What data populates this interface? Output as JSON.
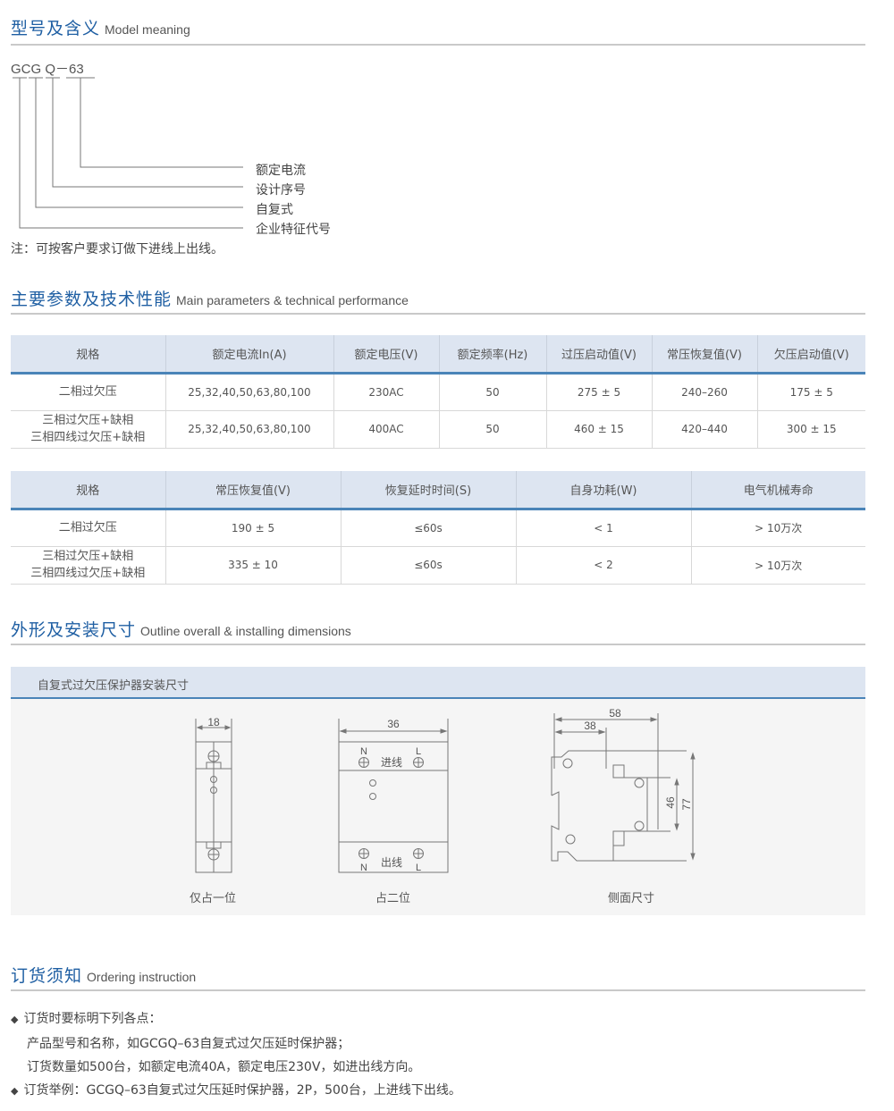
{
  "sections": {
    "model": {
      "title_cn": "型号及含义",
      "title_en": "Model meaning"
    },
    "params": {
      "title_cn": "主要参数及技术性能",
      "title_en": "Main parameters & technical performance"
    },
    "outline": {
      "title_cn": "外形及安装尺寸",
      "title_en": "Outline overall & installing dimensions"
    },
    "ordering": {
      "title_cn": "订货须知",
      "title_en": "Ordering instruction"
    }
  },
  "model_meaning": {
    "code": "GCG Q－63",
    "labels": [
      "额定电流",
      "设计序号",
      "自复式",
      "企业特征代号"
    ],
    "note": "注：可按客户要求订做下进线上出线。"
  },
  "table1": {
    "headers": [
      "规格",
      "额定电流In(A)",
      "额定电压(V)",
      "额定频率(Hz)",
      "过压启动值(V)",
      "常压恢复值(V)",
      "欠压启动值(V)"
    ],
    "rows": [
      {
        "spec": [
          "二相过欠压"
        ],
        "current": "25,32,40,50,63,80,100",
        "voltage": "230AC",
        "freq": "50",
        "over": "275 ± 5",
        "recover": "240–260",
        "under": "175 ± 5"
      },
      {
        "spec": [
          "三相过欠压+缺相",
          "三相四线过欠压+缺相"
        ],
        "current": "25,32,40,50,63,80,100",
        "voltage": "400AC",
        "freq": "50",
        "over": "460 ± 15",
        "recover": "420–440",
        "under": "300 ± 15"
      }
    ]
  },
  "table2": {
    "headers": [
      "规格",
      "常压恢复值(V)",
      "恢复延时时间(S)",
      "自身功耗(W)",
      "电气机械寿命"
    ],
    "rows": [
      {
        "spec": [
          "二相过欠压"
        ],
        "recover": "190 ± 5",
        "delay": "≤60s",
        "power": "< 1",
        "life": "> 10万次"
      },
      {
        "spec": [
          "三相过欠压+缺相",
          "三相四线过欠压+缺相"
        ],
        "recover": "335 ± 10",
        "delay": "≤60s",
        "power": "< 2",
        "life": "> 10万次"
      }
    ]
  },
  "dimensions": {
    "panel_title": "自复式过欠压保护器安装尺寸",
    "one_pole": {
      "caption": "仅占一位",
      "width": "18"
    },
    "two_pole": {
      "caption": "占二位",
      "width": "36",
      "in_label": "进线",
      "out_label": "出线",
      "n": "N",
      "l": "L"
    },
    "side": {
      "caption": "侧面尺寸",
      "w1": "58",
      "w2": "38",
      "h1": "46",
      "h2": "77"
    }
  },
  "ordering": {
    "lines": [
      {
        "bullet": true,
        "text": "订货时要标明下列各点："
      },
      {
        "bullet": false,
        "text": "产品型号和名称，如GCGQ–63自复式过欠压延时保护器；"
      },
      {
        "bullet": false,
        "text": "订货数量如500台，如额定电流40A，额定电压230V，如进出线方向。"
      },
      {
        "bullet": true,
        "text": "订货举例：GCGQ–63自复式过欠压延时保护器，2P，500台，上进线下出线。"
      }
    ],
    "bullet_icon": "◆"
  },
  "colors": {
    "accent": "#1f5fa3",
    "header_bg": "#dde5f1",
    "header_rule": "#4a84b8",
    "panel_bg": "#f5f5f5"
  }
}
